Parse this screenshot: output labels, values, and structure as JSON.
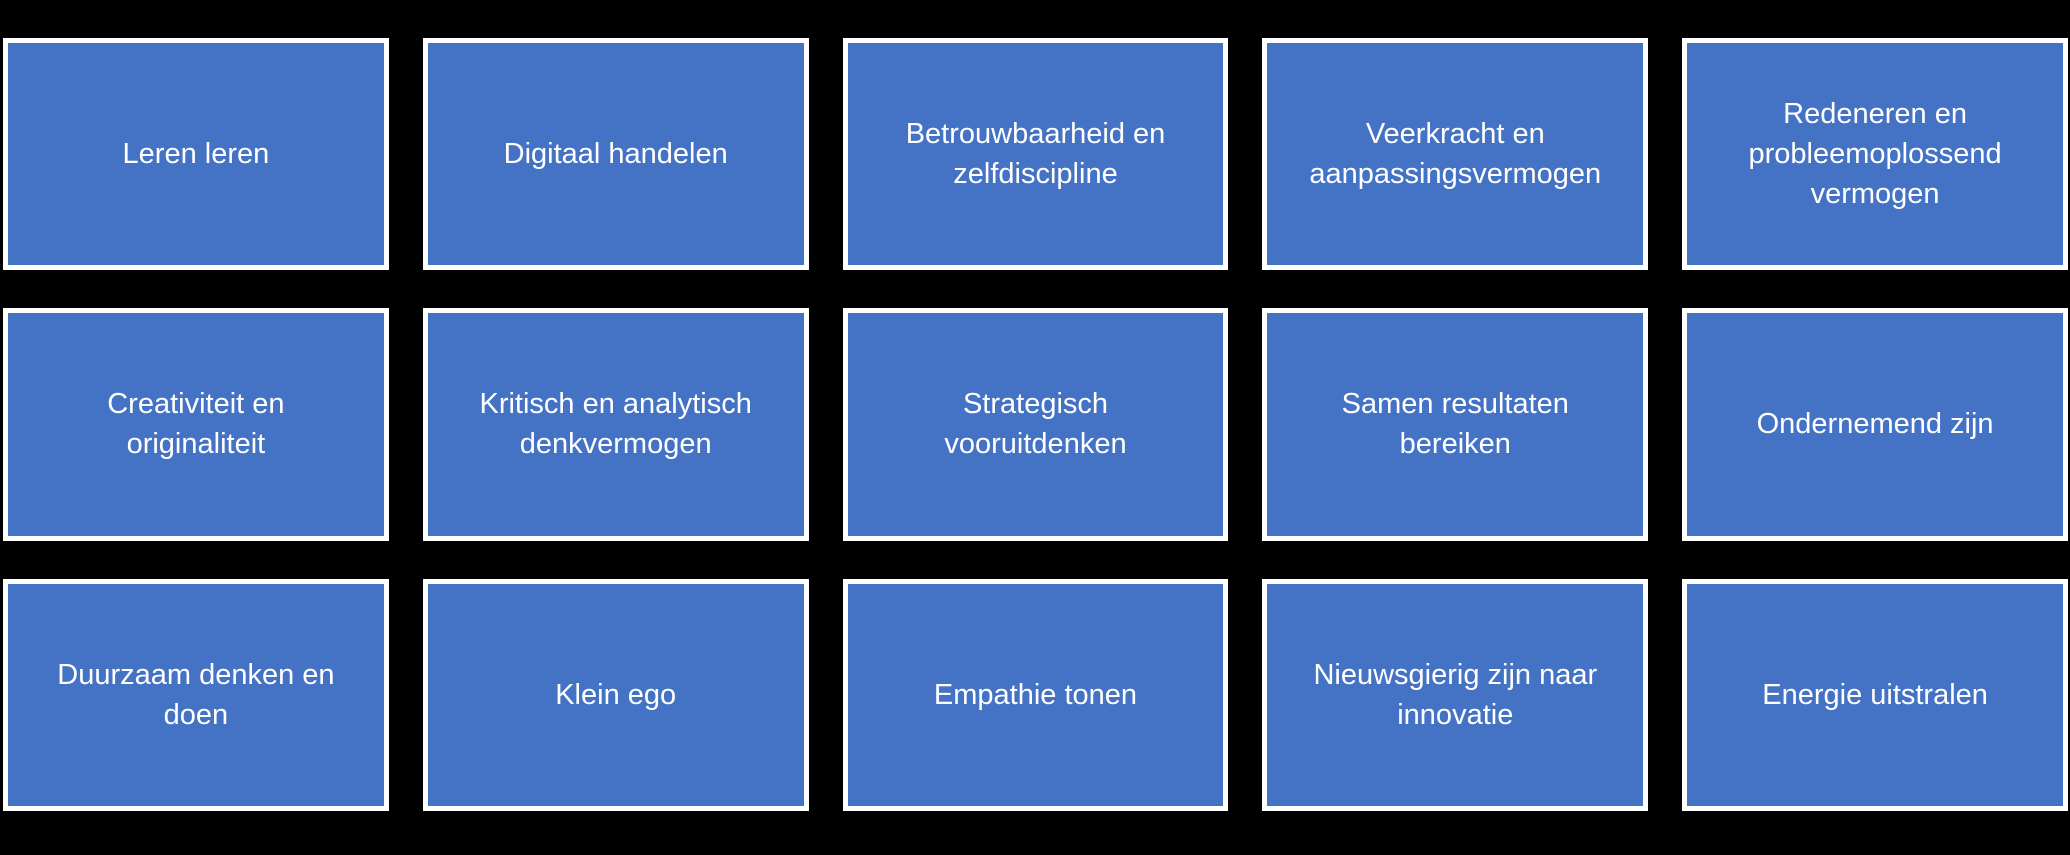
{
  "colors": {
    "background": "#000000",
    "tile_fill": "#4472C4",
    "tile_border": "#FFFFFF",
    "tile_text": "#FFFFFF"
  },
  "grid": {
    "rows": 3,
    "cols": 5,
    "tiles": [
      {
        "label": "Leren leren"
      },
      {
        "label": "Digitaal handelen"
      },
      {
        "label": "Betrouwbaarheid en zelfdiscipline"
      },
      {
        "label": "Veerkracht en aanpassingsvermogen"
      },
      {
        "label": "Redeneren en probleemoplossend vermogen"
      },
      {
        "label": "Creativiteit en originaliteit"
      },
      {
        "label": "Kritisch en analytisch denkvermogen"
      },
      {
        "label": "Strategisch vooruitdenken"
      },
      {
        "label": "Samen resultaten bereiken"
      },
      {
        "label": "Ondernemend zijn"
      },
      {
        "label": "Duurzaam denken en doen"
      },
      {
        "label": "Klein ego"
      },
      {
        "label": "Empathie tonen"
      },
      {
        "label": "Nieuwsgierig zijn naar innovatie"
      },
      {
        "label": "Energie uitstralen"
      }
    ]
  }
}
